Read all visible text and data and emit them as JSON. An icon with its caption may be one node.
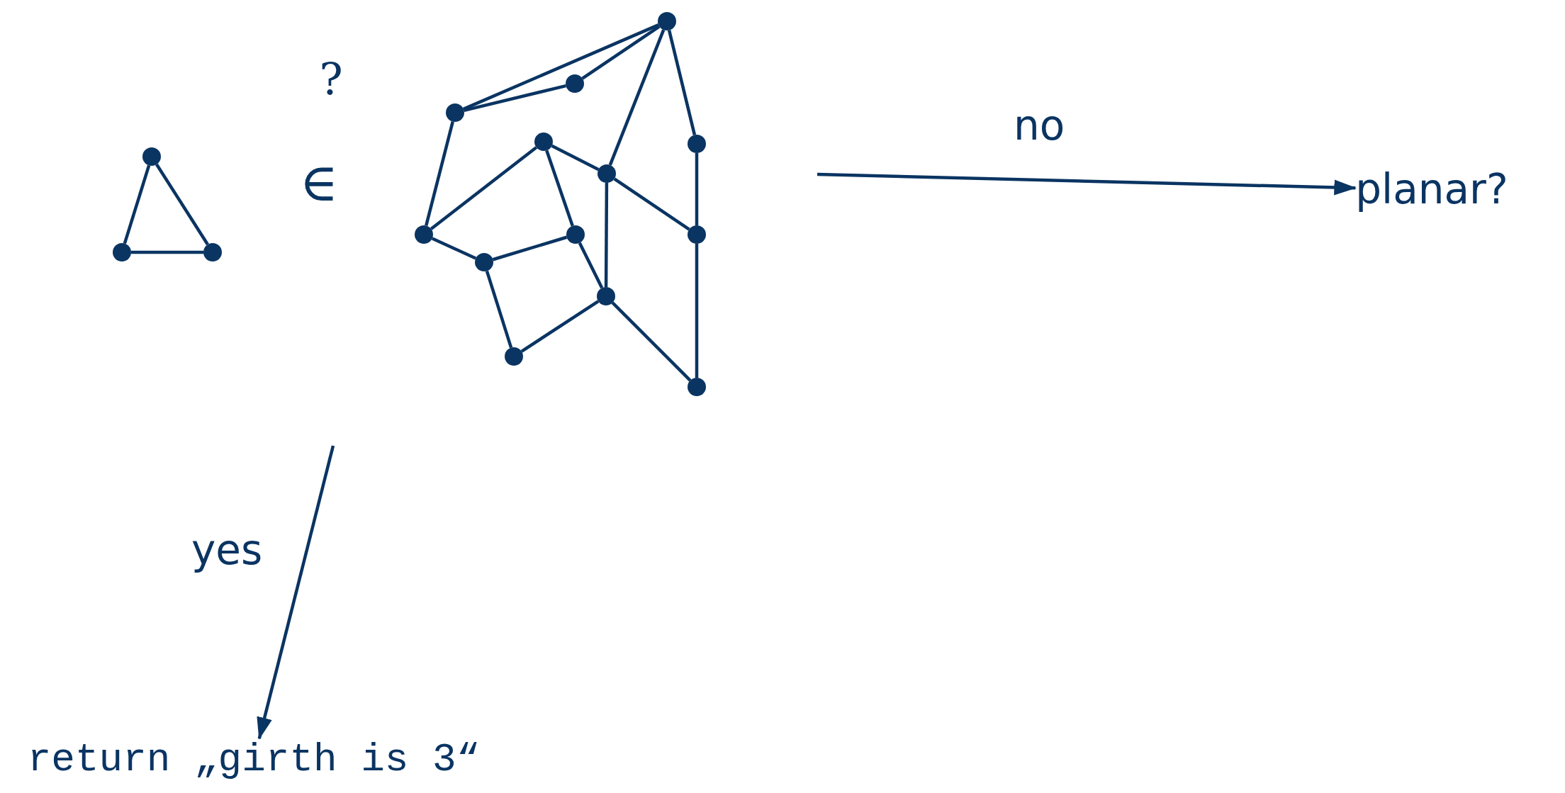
{
  "diagram": {
    "nodes": [
      {
        "text": [],
        "shape": "circle"
      },
      {
        "text": [],
        "shape": "circle"
      },
      {
        "text": [],
        "shape": "circle"
      },
      {
        "text": [],
        "shape": "circle"
      },
      {
        "text": [],
        "shape": "circle"
      },
      {
        "text": [],
        "shape": "circle"
      },
      {
        "text": [],
        "shape": "circle"
      },
      {
        "text": [],
        "shape": "circle"
      },
      {
        "text": [],
        "shape": "circle"
      },
      {
        "text": [],
        "shape": "circle"
      },
      {
        "text": [],
        "shape": "circle"
      },
      {
        "text": [],
        "shape": "circle"
      },
      {
        "text": [],
        "shape": "circle"
      },
      {
        "text": [],
        "shape": "circle"
      },
      {
        "text": [],
        "shape": "circle"
      },
      {
        "text": [],
        "shape": "circle"
      },
      {
        "text": [
          "planar?"
        ]
      },
      {
        "text": [
          "return „girth is 3“"
        ]
      }
    ],
    "edges": [
      {
        "from": 0,
        "to": 1,
        "arrow": "none"
      },
      {
        "from": 0,
        "to": 2,
        "arrow": "none"
      },
      {
        "from": 1,
        "to": 2,
        "arrow": "none"
      },
      {
        "from": 5,
        "to": 3,
        "arrow": "none"
      },
      {
        "from": 5,
        "to": 4,
        "arrow": "none"
      },
      {
        "from": 4,
        "to": 3,
        "arrow": "none"
      },
      {
        "from": 3,
        "to": 8,
        "arrow": "none"
      },
      {
        "from": 3,
        "to": 7,
        "arrow": "none"
      },
      {
        "from": 5,
        "to": 9,
        "arrow": "none"
      },
      {
        "from": 9,
        "to": 6,
        "arrow": "none"
      },
      {
        "from": 6,
        "to": 8,
        "arrow": "none"
      },
      {
        "from": 6,
        "to": 10,
        "arrow": "none"
      },
      {
        "from": 8,
        "to": 11,
        "arrow": "none"
      },
      {
        "from": 8,
        "to": 13,
        "arrow": "none"
      },
      {
        "from": 7,
        "to": 11,
        "arrow": "none"
      },
      {
        "from": 9,
        "to": 12,
        "arrow": "none"
      },
      {
        "from": 12,
        "to": 10,
        "arrow": "none"
      },
      {
        "from": 10,
        "to": 13,
        "arrow": "none"
      },
      {
        "from": 12,
        "to": 14,
        "arrow": "none"
      },
      {
        "from": 14,
        "to": 13,
        "arrow": "none"
      },
      {
        "from": 13,
        "to": 15,
        "arrow": "none"
      },
      {
        "from": 11,
        "to": 15,
        "arrow": "none"
      },
      {
        "from": null,
        "to": 16,
        "arrow": "to",
        "label": "no"
      },
      {
        "from": null,
        "to": 17,
        "arrow": "to",
        "label": "yes"
      }
    ],
    "labels": [
      "?",
      "∈"
    ]
  }
}
